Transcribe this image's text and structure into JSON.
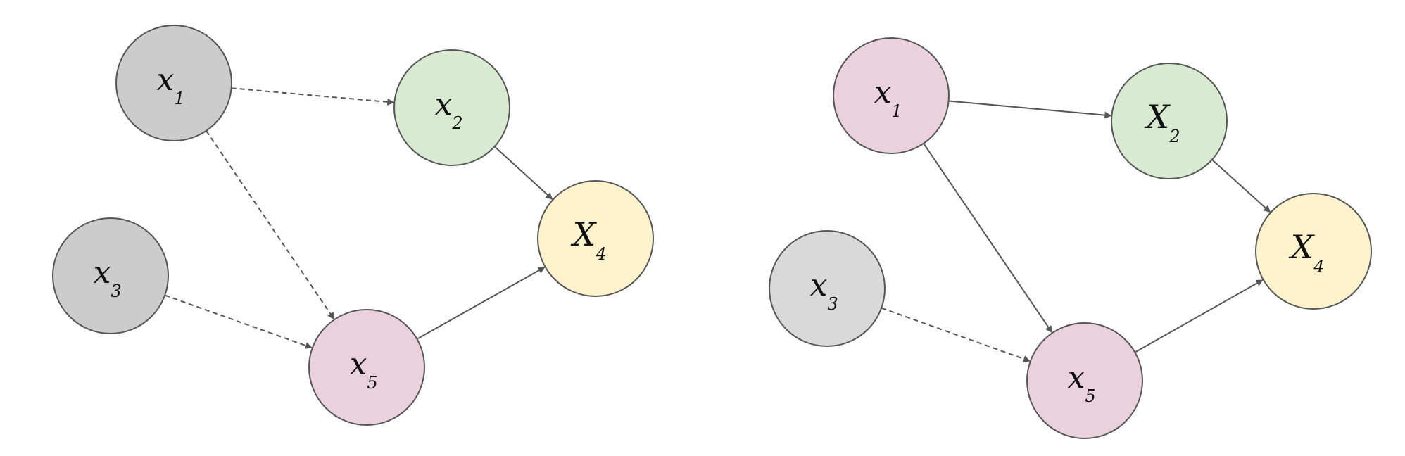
{
  "colors": {
    "gray": "#cccccc",
    "light_gray": "#d9d9d9",
    "green": "#d9ead3",
    "yellow": "#fff2cc",
    "pink": "#ead1dc",
    "stroke": "#555555"
  },
  "graphs": [
    {
      "id": "left",
      "nodes": [
        {
          "id": "x1",
          "base": "x",
          "sub": "1",
          "fill": "gray"
        },
        {
          "id": "x2",
          "base": "x",
          "sub": "2",
          "fill": "green"
        },
        {
          "id": "x3",
          "base": "x",
          "sub": "3",
          "fill": "gray"
        },
        {
          "id": "x4",
          "base": "X",
          "sub": "4",
          "fill": "yellow"
        },
        {
          "id": "x5",
          "base": "x",
          "sub": "5",
          "fill": "pink"
        }
      ],
      "edges": [
        {
          "from": "x1",
          "to": "x2",
          "style": "dashed"
        },
        {
          "from": "x1",
          "to": "x5",
          "style": "dashed"
        },
        {
          "from": "x3",
          "to": "x5",
          "style": "dashed"
        },
        {
          "from": "x2",
          "to": "x4",
          "style": "solid"
        },
        {
          "from": "x5",
          "to": "x4",
          "style": "solid"
        }
      ]
    },
    {
      "id": "right",
      "nodes": [
        {
          "id": "x1",
          "base": "x",
          "sub": "1",
          "fill": "pink"
        },
        {
          "id": "x2",
          "base": "X",
          "sub": "2",
          "fill": "green"
        },
        {
          "id": "x3",
          "base": "x",
          "sub": "3",
          "fill": "light_gray"
        },
        {
          "id": "x4",
          "base": "X",
          "sub": "4",
          "fill": "yellow"
        },
        {
          "id": "x5",
          "base": "x",
          "sub": "5",
          "fill": "pink"
        }
      ],
      "edges": [
        {
          "from": "x1",
          "to": "x2",
          "style": "solid"
        },
        {
          "from": "x1",
          "to": "x5",
          "style": "solid"
        },
        {
          "from": "x3",
          "to": "x5",
          "style": "dashed"
        },
        {
          "from": "x2",
          "to": "x4",
          "style": "solid"
        },
        {
          "from": "x5",
          "to": "x4",
          "style": "solid"
        }
      ]
    }
  ]
}
